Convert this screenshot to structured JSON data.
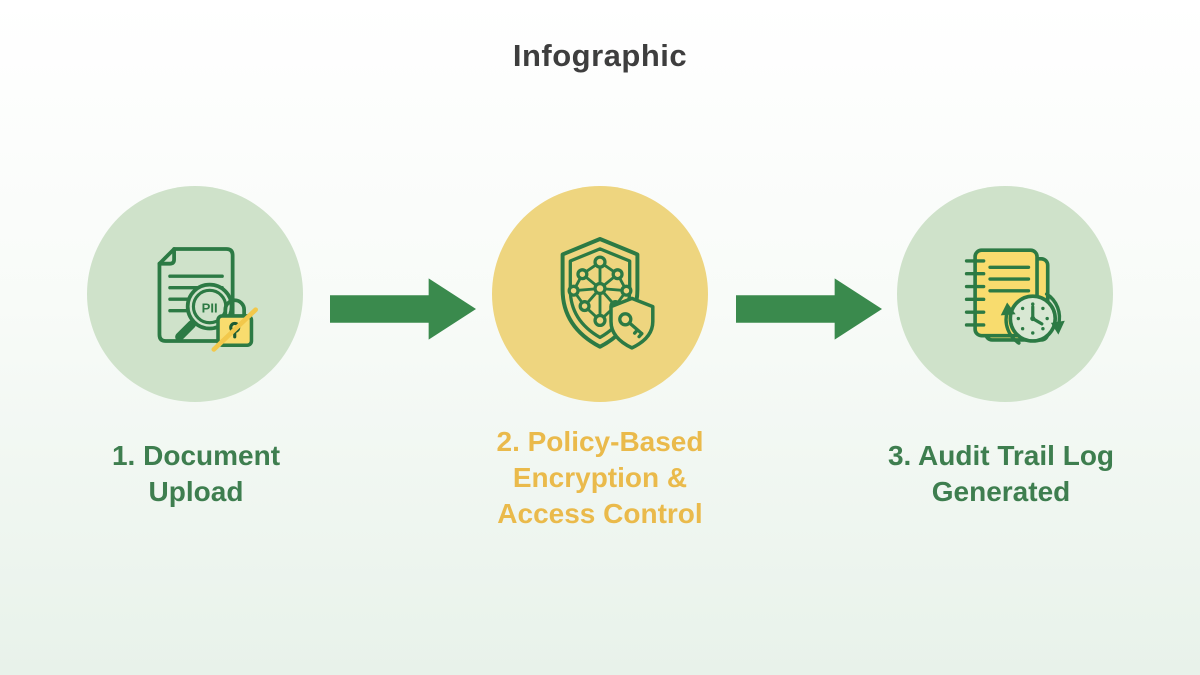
{
  "title": "Infographic",
  "colors": {
    "background_top": "#ffffff",
    "background_bottom": "#e8f2ea",
    "arrow_green": "#3a8a4d",
    "green_text": "#3e7e4f",
    "yellow_text": "#eaba4b",
    "green_circle_fill": "#cfe2ca",
    "yellow_circle_fill": "#eed57f",
    "icon_stroke_green": "#2c7a44",
    "icon_fill_yellow": "#f8dc6e",
    "lock_slash_yellow": "#f2c84b",
    "title_color": "#3e3e3e"
  },
  "steps": [
    {
      "label": "1. Document Upload",
      "icon": "document-pii-scan-lock-icon",
      "icon_text": "PII",
      "circle_color": "#cfe2ca",
      "label_color": "#3e7e4f"
    },
    {
      "label": "2. Policy-Based Encryption & Access Control",
      "icon": "shield-network-key-icon",
      "circle_color": "#eed57f",
      "label_color": "#eaba4b"
    },
    {
      "label": "3. Audit Trail Log Generated",
      "icon": "notebook-history-clock-icon",
      "circle_color": "#cfe2ca",
      "label_color": "#3e7e4f"
    }
  ],
  "connectors": [
    {
      "icon": "arrow-right-icon"
    },
    {
      "icon": "arrow-right-icon"
    }
  ]
}
